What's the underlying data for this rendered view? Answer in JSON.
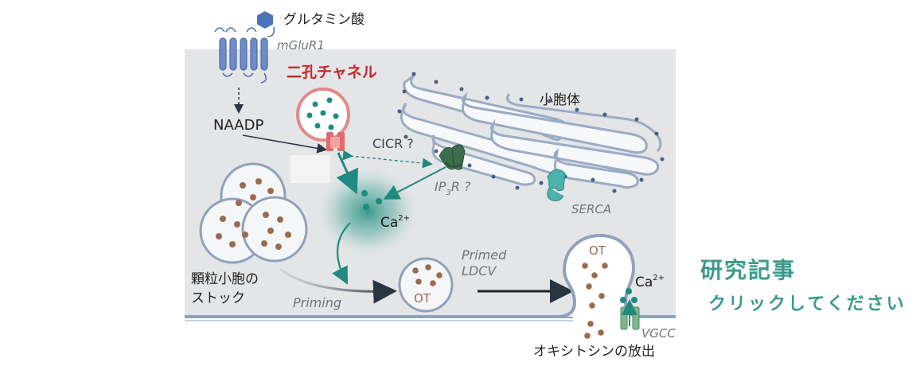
{
  "diagram": {
    "glutamate_label": "グルタミン酸",
    "receptor_label": "mGluR1",
    "channel_label": "二孔チャネル",
    "naadp_label": "NAADP",
    "cicr_label": "CICR ?",
    "ip3r_label": "IP",
    "ip3r_sub": "3",
    "ip3r_suffix": "R ?",
    "er_label": "小胞体",
    "serca_label": "SERCA",
    "calcium_label": "Ca",
    "calcium_sup": "2+",
    "granule_stock_line1": "顆粒小胞の",
    "granule_stock_line2": "ストック",
    "priming_label": "Priming",
    "primed_line1": "Primed",
    "primed_line2": "LDCV",
    "ot_label": "OT",
    "release_ot_label": "OT",
    "release_calcium_label": "Ca",
    "release_calcium_sup": "2+",
    "vgcc_label": "VGCC",
    "oxytocin_release_label": "オキシトシンの放出"
  },
  "cta": {
    "title": "研究記事",
    "subtitle": "クリックしてください"
  },
  "colors": {
    "cell_bg": "#e4e5e7",
    "membrane": "#8fa2bc",
    "receptor": "#6179b5",
    "teal": "#1f8a7e",
    "vesicle_red": "#e08a8a",
    "brown_dot": "#9a6b4e",
    "channel_label_red": "#c2272d",
    "cta_teal": "#3b9a8c",
    "dark_arrow": "#2b3540"
  },
  "icons": [
    "glutamate-hexagon-icon",
    "receptor-7tm-icon",
    "channel-icon",
    "ip3r-icon",
    "serca-icon",
    "vgcc-icon"
  ]
}
